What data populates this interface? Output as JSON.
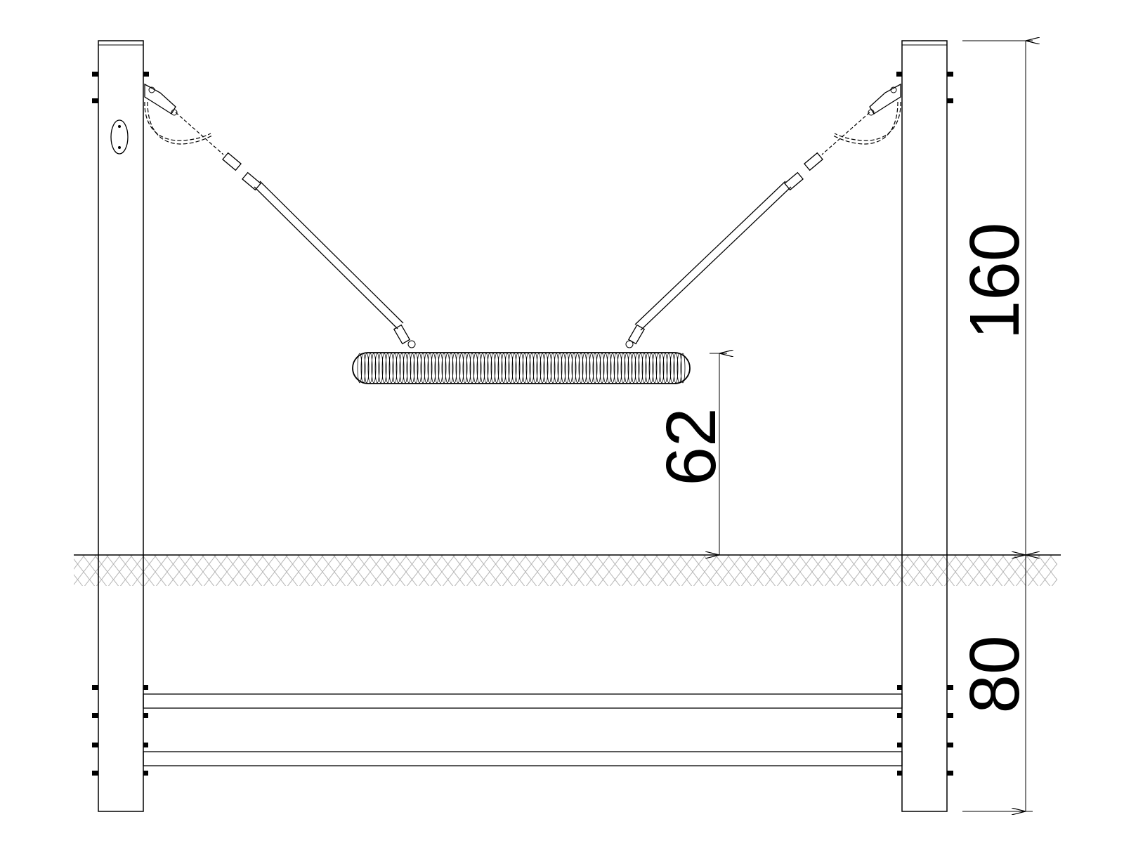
{
  "dimensions": {
    "above_ground_height": "160",
    "below_ground_depth": "80",
    "seat_clearance": "62"
  },
  "colors": {
    "line": "#000000",
    "ground_hatch": "#9a9a9a",
    "background": "#ffffff"
  }
}
